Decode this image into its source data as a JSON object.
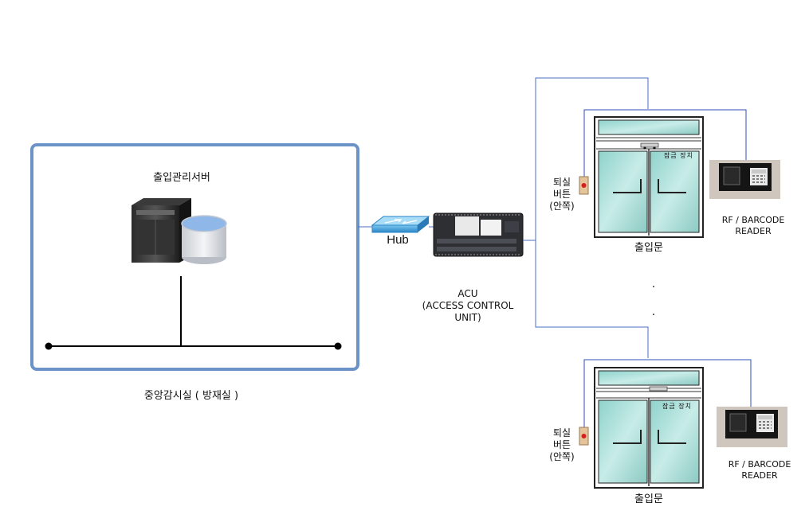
{
  "server_room": {
    "title": "출입관리서버",
    "caption": "중앙감시실 ( 방재실 )"
  },
  "hub": {
    "label": "Hub"
  },
  "acu": {
    "line1": "ACU",
    "line2": "(ACCESS CONTROL",
    "line3": "UNIT)"
  },
  "ellipsis": {
    "dot1": "·",
    "dot2": "·"
  },
  "doors": [
    {
      "door_label": "출입문",
      "lock_label": "잠금 장치",
      "exit_button": {
        "line1": "퇴실",
        "line2": "버튼",
        "line3": "(안쪽)"
      },
      "reader": {
        "line1": "RF / BARCODE",
        "line2": "READER"
      }
    },
    {
      "door_label": "출입문",
      "lock_label": "잠금 장치",
      "exit_button": {
        "line1": "퇴실",
        "line2": "버튼",
        "line3": "(안쪽)"
      },
      "reader": {
        "line1": "RF / BARCODE",
        "line2": "READER"
      }
    }
  ],
  "colors": {
    "panel_border": "#6b93c8",
    "wire": "#4a6fc0",
    "glass": "#a9dbd6",
    "hub": "#3d9bd8"
  }
}
